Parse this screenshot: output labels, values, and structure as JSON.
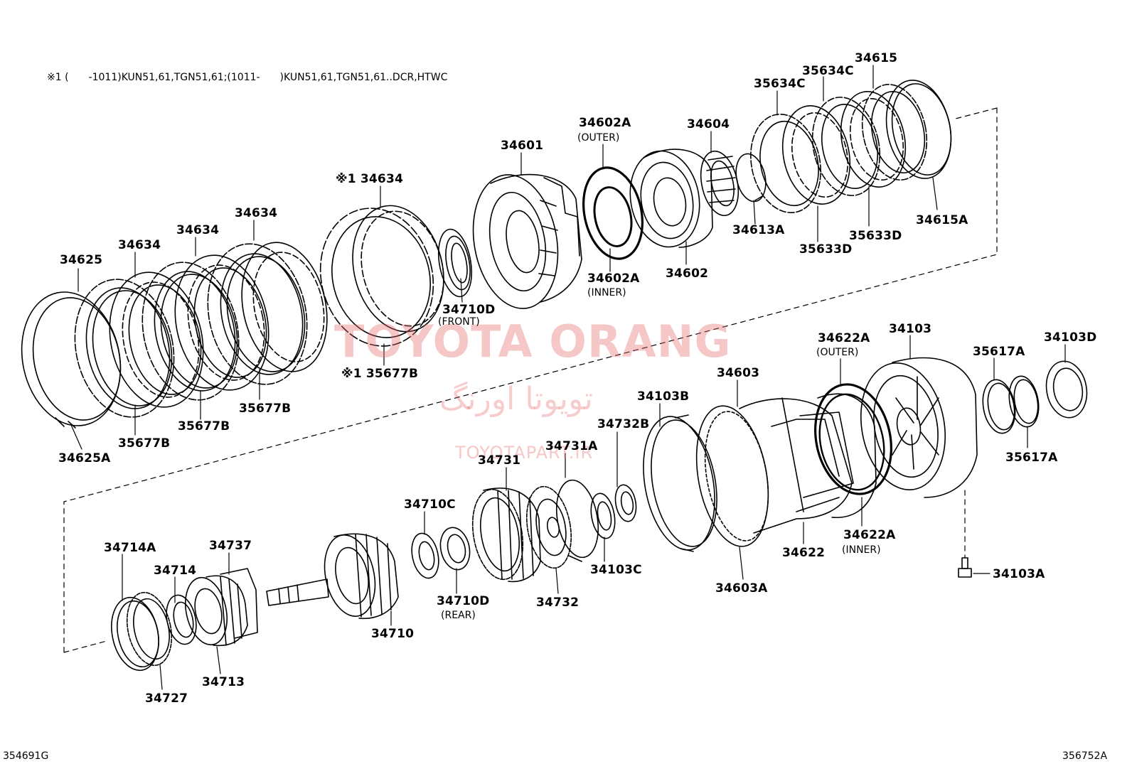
{
  "header_note": "※1 (　　-1011)KUN51,61,TGN51,61;(1011-　　)KUN51,61,TGN51,61..DCR,HTWC",
  "watermark": {
    "title": "TOYOTA ORANG",
    "persian": "تویوتا اورنگ",
    "site": "TOYOTAPART.IR"
  },
  "footer": {
    "left_code": "354691G",
    "right_code": "356752A"
  },
  "labels": {
    "p34625": "34625",
    "p34634a": "34634",
    "p34634b": "34634",
    "p34634c": "34634",
    "p34634d": "※1 34634",
    "p34601": "34601",
    "p34602A_outer": "34602A",
    "p34602A_outer_sub": "(OUTER)",
    "p34604": "34604",
    "p35634C_a": "35634C",
    "p35634C_b": "35634C",
    "p34615": "34615",
    "p34615A": "34615A",
    "p34613A": "34613A",
    "p35633D_a": "35633D",
    "p35633D_b": "35633D",
    "p34602": "34602",
    "p34602A_inner": "34602A",
    "p34602A_inner_sub": "(INNER)",
    "p34710D_front": "34710D",
    "p34710D_front_sub": "(FRONT)",
    "p35677B_x1": "※1 35677B",
    "p35677B_a": "35677B",
    "p35677B_b": "35677B",
    "p35677B_c": "35677B",
    "p34625A": "34625A",
    "p34622A_outer": "34622A",
    "p34622A_outer_sub": "(OUTER)",
    "p34103": "34103",
    "p35617A_a": "35617A",
    "p34103D": "34103D",
    "p34603": "34603",
    "p34103B": "34103B",
    "p34732B": "34732B",
    "p34731A": "34731A",
    "p34731": "34731",
    "p35617A_b": "35617A",
    "p34710C": "34710C",
    "p34714A": "34714A",
    "p34737": "34737",
    "p34714": "34714",
    "p34103C": "34103C",
    "p34622A_inner": "34622A",
    "p34622A_inner_sub": "(INNER)",
    "p34622": "34622",
    "p34103A": "34103A",
    "p34603A": "34603A",
    "p34710D_rear": "34710D",
    "p34710D_rear_sub": "(REAR)",
    "p34732": "34732",
    "p34710": "34710",
    "p34713": "34713",
    "p34727": "34727"
  }
}
